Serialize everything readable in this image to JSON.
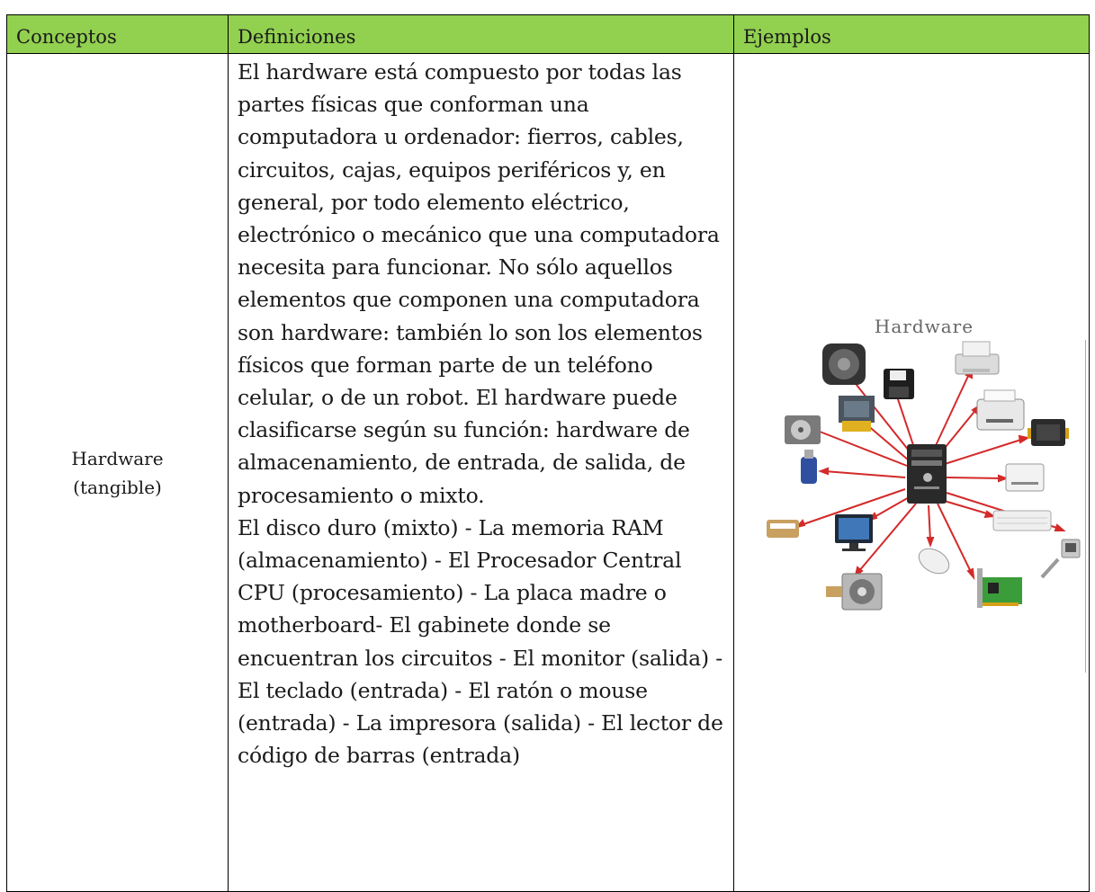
{
  "headers": {
    "concepts": "Conceptos",
    "definitions": "Definiciones",
    "examples": "Ejemplos"
  },
  "row": {
    "concept_line1": "Hardware",
    "concept_line2": "(tangible)",
    "definition_p1": "El hardware está compuesto por todas las partes físicas que conforman una computadora u ordenador: fierros, cables, circuitos, cajas, equipos periféricos y, en general, por todo elemento eléctrico, electrónico o mecánico que una computadora necesita para funcionar. No sólo aquellos elementos que componen una computadora son hardware: también lo son los elementos físicos que forman parte de un teléfono celular, o de un robot. El hardware puede clasificarse según su función: hardware de almacenamiento, de entrada, de salida, de procesamiento o mixto.",
    "definition_p2": "El disco duro (mixto) - La memoria RAM (almacenamiento) - El Procesador Central CPU (procesamiento) - La placa madre o motherboard- El gabinete donde se encuentran los circuitos - El monitor (salida) - El teclado (entrada) - El ratón o mouse (entrada) - La impresora (salida) - El lector de código de barras (entrada)",
    "example_title": "Hardware"
  },
  "colors": {
    "header_bg": "#92d050",
    "arrow": "#d42a2a"
  },
  "diagram_items": [
    "cooling-fan-icon",
    "printer-icon",
    "floppy-disk-icon",
    "laser-printer-icon",
    "graphics-card-icon",
    "hard-disk-icon",
    "chip-icon",
    "usb-drive-icon",
    "computer-tower-icon",
    "dvd-drive-icon",
    "cable-connector-icon",
    "monitor-icon",
    "keyboard-icon",
    "network-plug-icon",
    "power-supply-icon",
    "mouse-icon",
    "expansion-card-icon"
  ]
}
